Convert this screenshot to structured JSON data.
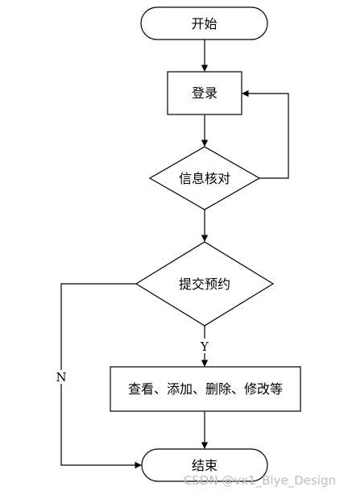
{
  "nodes": {
    "start": "开始",
    "login": "登录",
    "verify": "信息核对",
    "submit": "提交预约",
    "actions": "查看、添加、删除、修改等",
    "end": "结束"
  },
  "edges": {
    "yes_label": "Y",
    "no_label": "N"
  },
  "watermark": "CSDN @vx1_Biye_Design"
}
